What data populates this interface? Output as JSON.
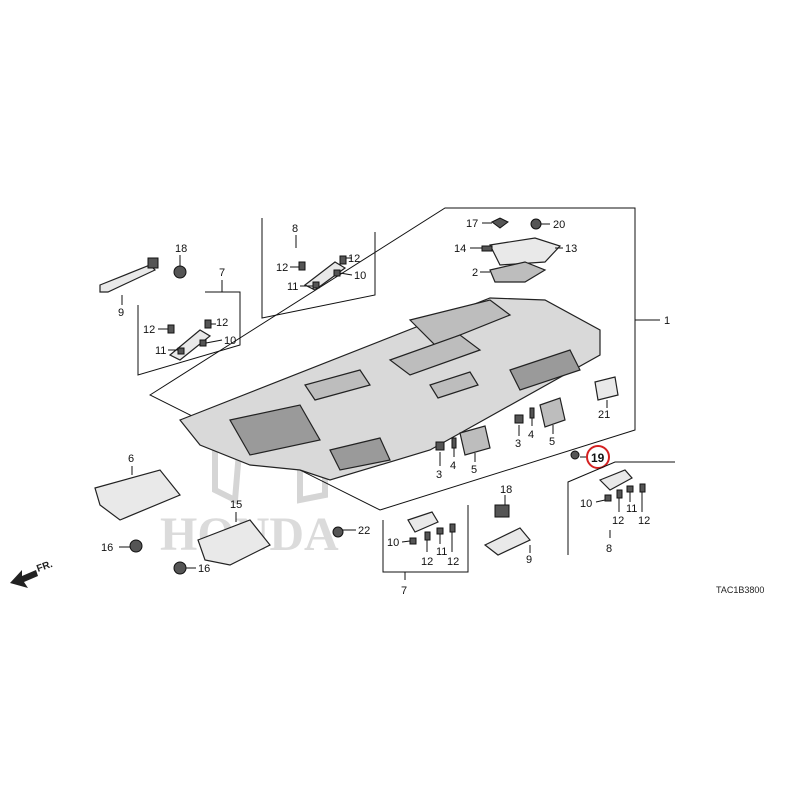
{
  "diagram": {
    "code": "TAC1B3800",
    "front_arrow": "FR.",
    "watermark": "HONDA",
    "highlight_label": "19",
    "labels": {
      "l1": "1",
      "l2": "2",
      "l3a": "3",
      "l3b": "3",
      "l4a": "4",
      "l4b": "4",
      "l5a": "5",
      "l5b": "5",
      "l6": "6",
      "l7a": "7",
      "l7b": "7",
      "l8a": "8",
      "l8b": "8",
      "l9a": "9",
      "l9b": "9",
      "l10a": "10",
      "l10b": "10",
      "l10c": "10",
      "l10d": "10",
      "l11a": "11",
      "l11b": "11",
      "l11c": "11",
      "l11d": "11",
      "l12a": "12",
      "l12b": "12",
      "l12c": "12",
      "l12d": "12",
      "l12e": "12",
      "l12f": "12",
      "l12g": "12",
      "l12h": "12",
      "l13": "13",
      "l14": "14",
      "l15": "15",
      "l16a": "16",
      "l16b": "16",
      "l17": "17",
      "l18a": "18",
      "l18b": "18",
      "l20": "20",
      "l21": "21",
      "l22": "22"
    }
  },
  "colors": {
    "highlight": "#d42020",
    "ink": "#111111"
  }
}
